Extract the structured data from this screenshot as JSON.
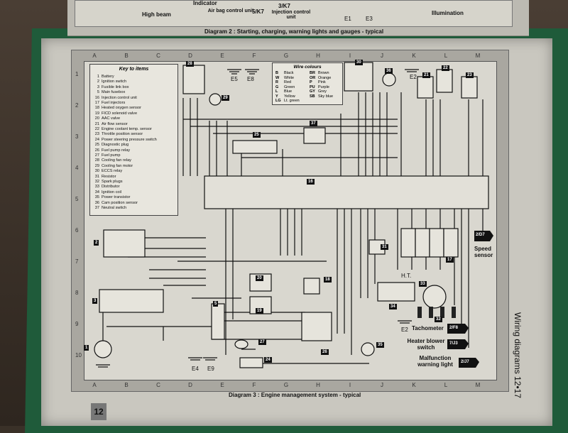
{
  "top_labels": {
    "high_beam": "High beam",
    "indicator": "Indicator",
    "airbag": "Air bag control unit",
    "injection": "Injection control unit",
    "illumination": "Illumination",
    "ref_3k7": "3/K7",
    "ref_5k7": "5/K7",
    "e1": "E1",
    "e3": "E3"
  },
  "diagram2_caption": "Diagram 2 : Starting, charging, warning lights and gauges - typical",
  "diagram3_caption": "Diagram 3 : Engine management system - typical",
  "side_title": "Wiring diagrams 12•17",
  "page_number": "12",
  "grid": {
    "letters": [
      "A",
      "B",
      "C",
      "D",
      "E",
      "F",
      "G",
      "H",
      "I",
      "J",
      "K",
      "L",
      "M"
    ],
    "numbers": [
      "1",
      "2",
      "3",
      "4",
      "5",
      "6",
      "7",
      "8",
      "9",
      "10"
    ]
  },
  "key": {
    "title": "Key to items",
    "items": [
      {
        "n": "1",
        "t": "Battery"
      },
      {
        "n": "2",
        "t": "Ignition switch"
      },
      {
        "n": "3",
        "t": "Fusible link box"
      },
      {
        "n": "5",
        "t": "Main fusebox"
      },
      {
        "n": "16",
        "t": "Injection control unit"
      },
      {
        "n": "17",
        "t": "Fuel injectors"
      },
      {
        "n": "18",
        "t": "Heated oxygen sensor"
      },
      {
        "n": "19",
        "t": "FICD solenoid valve"
      },
      {
        "n": "20",
        "t": "AAC valve"
      },
      {
        "n": "21",
        "t": "Air flow sensor"
      },
      {
        "n": "22",
        "t": "Engine coolant temp. sensor"
      },
      {
        "n": "23",
        "t": "Throttle position sensor"
      },
      {
        "n": "24",
        "t": "Power steering pressure switch"
      },
      {
        "n": "25",
        "t": "Diagnostic plug"
      },
      {
        "n": "26",
        "t": "Fuel pump relay"
      },
      {
        "n": "27",
        "t": "Fuel pump"
      },
      {
        "n": "28",
        "t": "Cooling fan relay"
      },
      {
        "n": "29",
        "t": "Cooling fan motor"
      },
      {
        "n": "30",
        "t": "ECCS relay"
      },
      {
        "n": "31",
        "t": "Resistor"
      },
      {
        "n": "32",
        "t": "Spark plugs"
      },
      {
        "n": "33",
        "t": "Distributor"
      },
      {
        "n": "34",
        "t": "Ignition coil"
      },
      {
        "n": "35",
        "t": "Power transistor"
      },
      {
        "n": "36",
        "t": "Cam position sensor"
      },
      {
        "n": "37",
        "t": "Neutral switch"
      }
    ]
  },
  "wire_colours": {
    "title": "Wire colours",
    "items": [
      {
        "c": "B",
        "t": "Black"
      },
      {
        "c": "BR",
        "t": "Brown"
      },
      {
        "c": "W",
        "t": "White"
      },
      {
        "c": "OR",
        "t": "Orange"
      },
      {
        "c": "R",
        "t": "Red"
      },
      {
        "c": "P",
        "t": "Pink"
      },
      {
        "c": "G",
        "t": "Green"
      },
      {
        "c": "PU",
        "t": "Purple"
      },
      {
        "c": "L",
        "t": "Blue"
      },
      {
        "c": "GY",
        "t": "Grey"
      },
      {
        "c": "Y",
        "t": "Yellow"
      },
      {
        "c": "SB",
        "t": "Sky blue"
      },
      {
        "c": "LG",
        "t": "Lt. green"
      }
    ]
  },
  "refs": {
    "speed_sensor": "Speed sensor",
    "speed_ref": "2/D7",
    "tachometer": "Tachometer",
    "tach_ref": "2/F8",
    "heater": "Heater blower switch",
    "heater_ref": "7/J3",
    "malfunction": "Malfunction warning light",
    "malf_ref": "2/J7",
    "e2": "E2",
    "e4": "E4",
    "e5": "E5",
    "e8": "E8",
    "e9": "E9",
    "ht": "H.T."
  },
  "components": [
    "1",
    "2",
    "3",
    "5",
    "16",
    "17",
    "18",
    "19",
    "20",
    "21",
    "22",
    "23",
    "24",
    "25",
    "26",
    "27",
    "28",
    "29",
    "30",
    "31",
    "32",
    "33",
    "34",
    "35",
    "36",
    "37"
  ]
}
